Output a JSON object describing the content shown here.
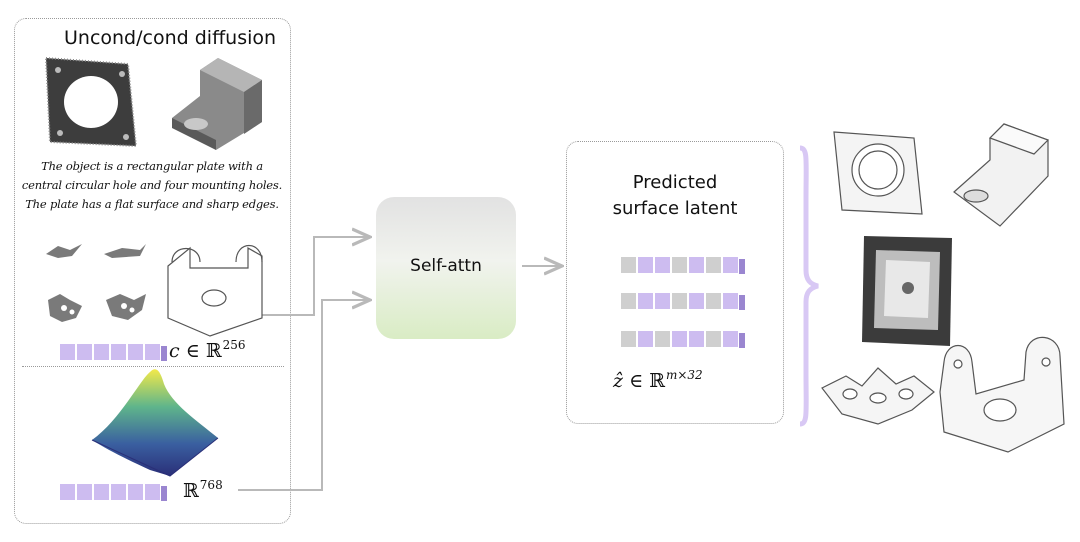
{
  "conditioning": {
    "title": "Uncond/cond diffusion",
    "caption": "The object is a rectangular plate with a central circular hole and four mounting holes. The plate has a flat surface and sharp edges.",
    "cond_formula": {
      "var": "c",
      "rel": "∈",
      "space": "ℝ",
      "exp": "256"
    },
    "text_formula": {
      "space": "ℝ",
      "exp": "768"
    }
  },
  "model": {
    "label": "Self-attn"
  },
  "latent": {
    "title_line1": "Predicted",
    "title_line2": "surface latent",
    "formula": {
      "var": "ẑ",
      "rel": "∈",
      "space": "ℝ",
      "exp": "m×32"
    },
    "rows": [
      [
        "g",
        "p",
        "p",
        "g",
        "p",
        "g",
        "p"
      ],
      [
        "g",
        "p",
        "p",
        "g",
        "p",
        "g",
        "p"
      ],
      [
        "g",
        "p",
        "g",
        "p",
        "p",
        "g",
        "p"
      ]
    ]
  },
  "colors": {
    "token_purple": "#cdbcf0",
    "token_gray": "#cfcfcf",
    "arrow": "#b9b9b9",
    "brace": "#d8c8f4",
    "attn_top": "#e2e2e2",
    "attn_bottom": "#d9ecc4"
  }
}
